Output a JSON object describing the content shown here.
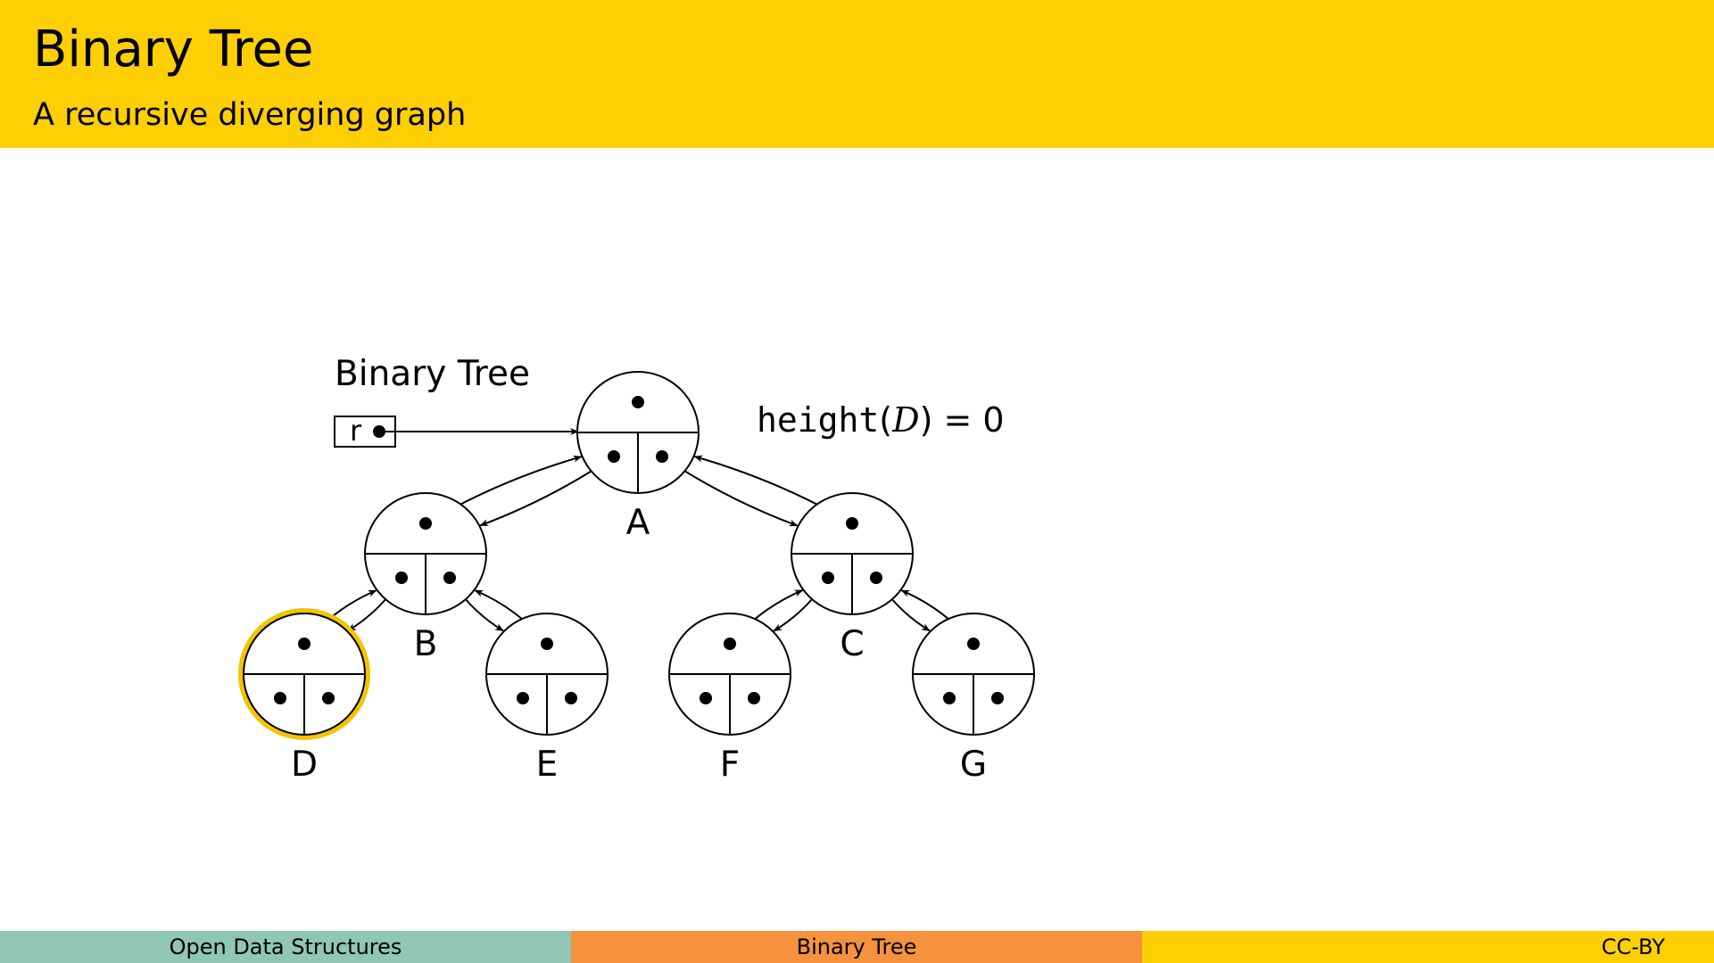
{
  "header": {
    "title": "Binary Tree",
    "subtitle": "A recursive diverging graph"
  },
  "diagram": {
    "tree_label": "Binary Tree",
    "root_pointer_label": "r",
    "annotation": {
      "func": "height",
      "open": "(",
      "var": "D",
      "close": ")",
      "equals": " = 0"
    },
    "highlighted_node": "D",
    "highlight_color": "#f2c500",
    "nodes": [
      {
        "id": "A",
        "label": "A"
      },
      {
        "id": "B",
        "label": "B"
      },
      {
        "id": "C",
        "label": "C"
      },
      {
        "id": "D",
        "label": "D"
      },
      {
        "id": "E",
        "label": "E"
      },
      {
        "id": "F",
        "label": "F"
      },
      {
        "id": "G",
        "label": "G"
      }
    ],
    "edges": [
      {
        "parent": "A",
        "child": "B"
      },
      {
        "parent": "A",
        "child": "C"
      },
      {
        "parent": "B",
        "child": "D"
      },
      {
        "parent": "B",
        "child": "E"
      },
      {
        "parent": "C",
        "child": "F"
      },
      {
        "parent": "C",
        "child": "G"
      }
    ]
  },
  "footer": {
    "left": "Open Data Structures",
    "center": "Binary Tree",
    "right": "CC-BY"
  },
  "colors": {
    "header_bg": "#ffcf06",
    "footer_left_bg": "#8fc6b6",
    "footer_center_bg": "#f6913e",
    "footer_right_bg": "#ffcf06"
  }
}
